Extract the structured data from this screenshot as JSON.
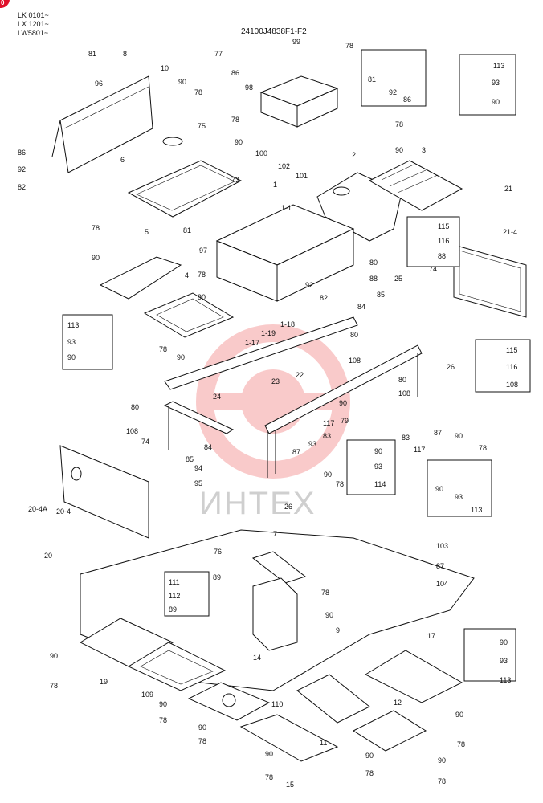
{
  "header": {
    "models": [
      "LK 0101~",
      "LX 1201~",
      "LW5801~"
    ],
    "drawing_code": "24100J4838F1-F2",
    "corner_badge": "0"
  },
  "watermark": "ИНТЕХ",
  "colors": {
    "watermark_red": "#f06a6a",
    "line": "#111111",
    "badge": "#e0102a"
  },
  "labels": {
    "l1": "81",
    "l2": "8",
    "l3": "96",
    "l4": "10",
    "l5": "90",
    "l6": "78",
    "l7": "75",
    "l8": "78",
    "l9": "90",
    "l10": "86",
    "l11": "92",
    "l12": "82",
    "l13": "6",
    "l14": "73",
    "l15": "77",
    "l16": "99",
    "l17": "78",
    "l18": "86",
    "l19": "98",
    "l20": "81",
    "l21": "92",
    "l22": "86",
    "l23": "113",
    "l24": "93",
    "l25": "90",
    "l26": "100",
    "l27": "102",
    "l28": "101",
    "l29": "78",
    "l30": "90",
    "l31": "2",
    "l32": "3",
    "l33": "1",
    "l34": "1-1",
    "l35": "81",
    "l36": "97",
    "l37": "78",
    "l38": "90",
    "l39": "5",
    "l40": "4",
    "l41": "78",
    "l42": "90",
    "l43": "115",
    "l44": "116",
    "l45": "88",
    "l46": "21",
    "l47": "21-4",
    "l48": "80",
    "l49": "88",
    "l50": "74",
    "l51": "92",
    "l52": "82",
    "l53": "1-18",
    "l54": "1-19",
    "l55": "1-17",
    "l56": "84",
    "l57": "85",
    "l58": "25",
    "l59": "113",
    "l60": "93",
    "l61": "90",
    "l62": "78",
    "l63": "90",
    "l64": "23",
    "l65": "80",
    "l66": "108",
    "l67": "22",
    "l68": "115",
    "l69": "116",
    "l70": "108",
    "l71": "80",
    "l72": "108",
    "l73": "26",
    "l74": "90",
    "l75": "24",
    "l76": "80",
    "l77": "108",
    "l78": "74",
    "l79": "84",
    "l80": "85",
    "l81": "94",
    "l82": "95",
    "l83": "79",
    "l84": "117",
    "l85": "83",
    "l86": "93",
    "l87": "87",
    "l88": "90",
    "l89": "78",
    "l90": "83",
    "l91": "117",
    "l92": "87",
    "l93": "90",
    "l94": "78",
    "l95": "90",
    "l96": "93",
    "l97": "114",
    "l98": "90",
    "l99": "93",
    "l100": "113",
    "l101": "20-4A",
    "l102": "20-4",
    "l103": "20",
    "l104": "26",
    "l105": "7",
    "l106": "76",
    "l107": "89",
    "l108": "103",
    "l109": "87",
    "l110": "104",
    "l111": "111",
    "l112": "112",
    "l113": "89",
    "l114": "78",
    "l115": "90",
    "l116": "14",
    "l117": "9",
    "l118": "17",
    "l119": "90",
    "l120": "93",
    "l121": "113",
    "l122": "90",
    "l123": "78",
    "l124": "19",
    "l125": "109",
    "l126": "90",
    "l127": "78",
    "l128": "110",
    "l129": "90",
    "l130": "78",
    "l131": "12",
    "l132": "90",
    "l133": "78",
    "l134": "11",
    "l135": "90",
    "l136": "90",
    "l137": "78",
    "l138": "90",
    "l139": "78",
    "l140": "15",
    "l141": "78"
  }
}
